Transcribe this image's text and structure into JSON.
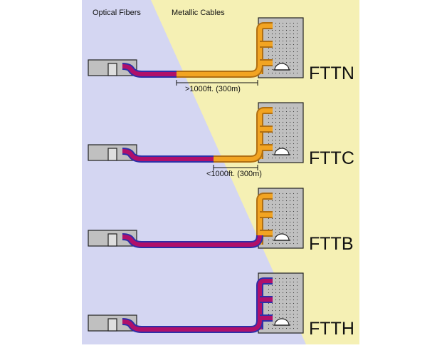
{
  "headers": {
    "optical": "Optical Fibers",
    "metallic": "Metallic Cables"
  },
  "colors": {
    "optical_bg": "#d4d6f2",
    "metallic_bg": "#f5f0b4",
    "fiber_core": "#b0106a",
    "fiber_sheath": "#2e2fa8",
    "copper_core": "#f2a422",
    "copper_sheath": "#b06f12",
    "building": "#c0c0c0"
  },
  "rows": [
    {
      "label": "FTTN",
      "distance": ">1000ft. (300m)"
    },
    {
      "label": "FTTC",
      "distance": "<1000ft. (300m)"
    },
    {
      "label": "FTTB",
      "distance": ""
    },
    {
      "label": "FTTH",
      "distance": ""
    }
  ]
}
